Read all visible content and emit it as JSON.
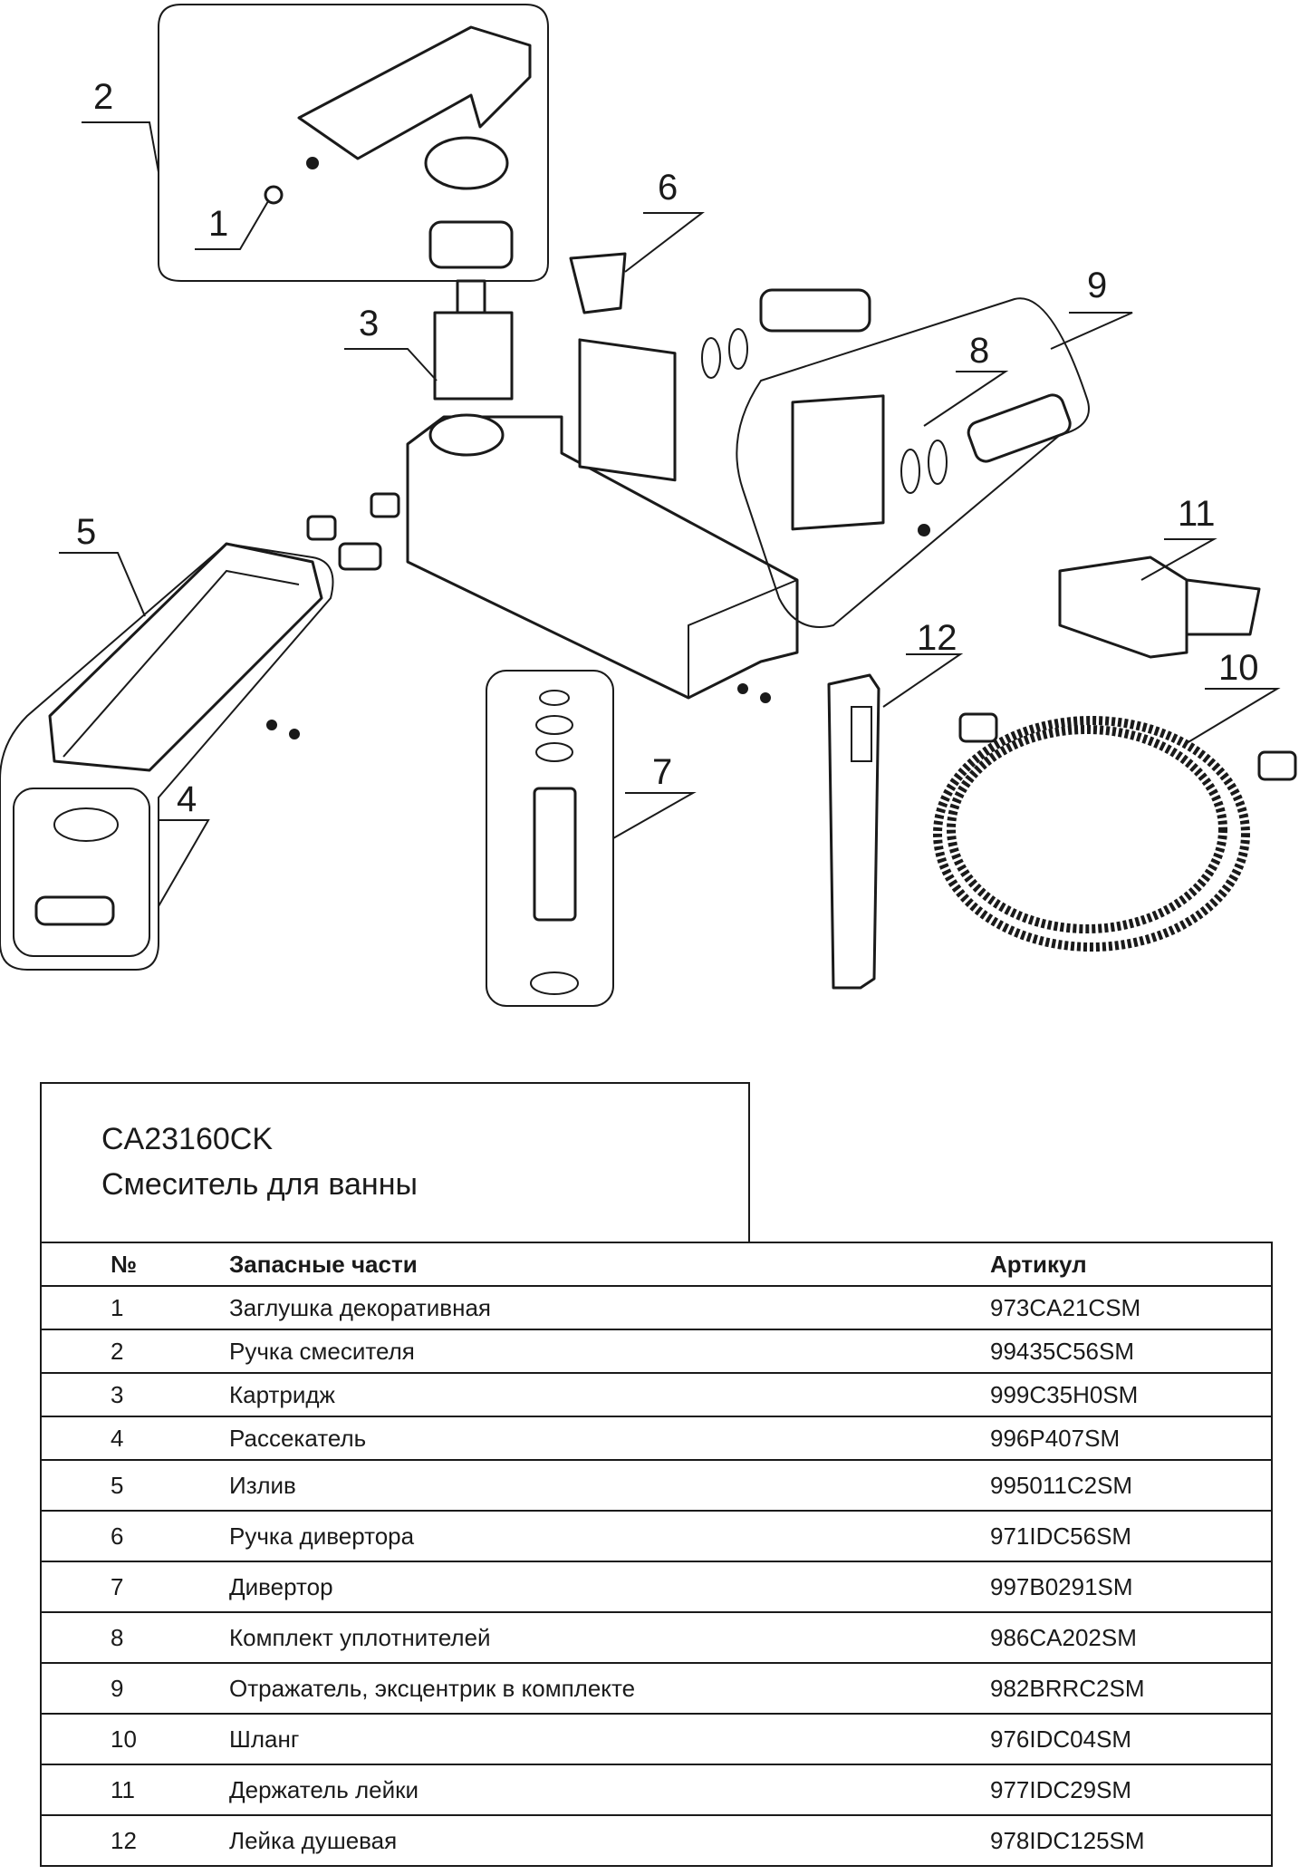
{
  "diagram": {
    "callouts": [
      "1",
      "2",
      "3",
      "4",
      "5",
      "6",
      "7",
      "8",
      "9",
      "10",
      "11",
      "12"
    ]
  },
  "header": {
    "model": "CA23160CK",
    "product_name": "Смеситель для ванны"
  },
  "table": {
    "columns": [
      "№",
      "Запасные части",
      "Артикул"
    ],
    "rows": [
      {
        "num": "1",
        "name": "Заглушка декоративная",
        "code": "973CA21CSM"
      },
      {
        "num": "2",
        "name": "Ручка смесителя",
        "code": "99435C56SM"
      },
      {
        "num": "3",
        "name": "Картридж",
        "code": "999C35H0SM"
      },
      {
        "num": "4",
        "name": "Рассекатель",
        "code": "996P407SM"
      },
      {
        "num": "5",
        "name": "Излив",
        "code": "995011C2SM"
      },
      {
        "num": "6",
        "name": "Ручка дивертора",
        "code": "971IDC56SM"
      },
      {
        "num": "7",
        "name": "Дивертор",
        "code": "997B0291SM"
      },
      {
        "num": "8",
        "name": "Комплект уплотнителей",
        "code": "986CA202SM"
      },
      {
        "num": "9",
        "name": "Отражатель, эксцентрик в комплекте",
        "code": "982BRRC2SM"
      },
      {
        "num": "10",
        "name": "Шланг",
        "code": "976IDC04SM"
      },
      {
        "num": "11",
        "name": "Держатель лейки",
        "code": "977IDC29SM"
      },
      {
        "num": "12",
        "name": "Лейка душевая",
        "code": "978IDC125SM"
      }
    ]
  }
}
